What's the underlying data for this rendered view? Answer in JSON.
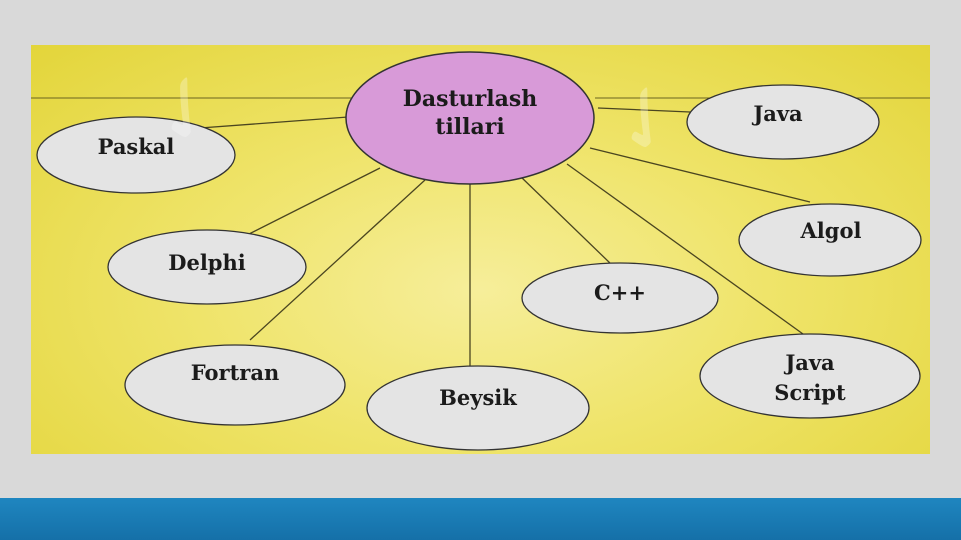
{
  "center": {
    "line1": "Dasturlash",
    "line2": "tillari"
  },
  "languages": {
    "paskal": "Paskal",
    "java": "Java",
    "delphi": "Delphi",
    "algol": "Algol",
    "cpp": "C++",
    "fortran": "Fortran",
    "beysik": "Beysik",
    "javascript_line1": "Java",
    "javascript_line2": "Script"
  },
  "colors": {
    "center_fill": "#d89ad8",
    "node_fill": "#e4e4e4",
    "panel": "#efe46a",
    "footer": "#1a7db9"
  }
}
